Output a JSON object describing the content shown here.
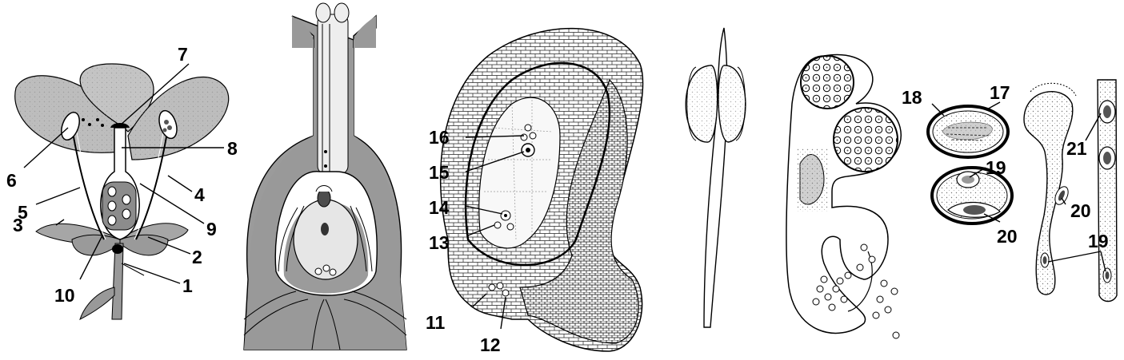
{
  "labels": [
    "1",
    "2",
    "3",
    "4",
    "5",
    "6",
    "7",
    "8",
    "9",
    "10",
    "11",
    "12",
    "13",
    "14",
    "15",
    "16",
    "17",
    "18",
    "19",
    "19",
    "20",
    "20",
    "21"
  ],
  "colors": {
    "ink": "#000000",
    "dark_gray": "#8c8c8c",
    "light_gray": "#d9d9d9",
    "paper": "#ffffff"
  }
}
